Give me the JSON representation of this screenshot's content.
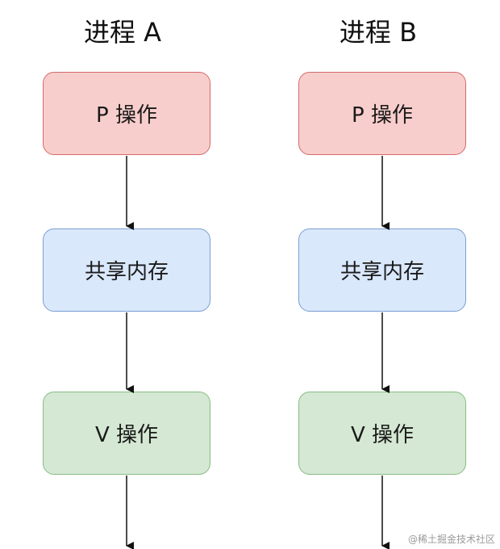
{
  "processes": [
    {
      "title": "进程 A",
      "steps": [
        "P 操作",
        "共享内存",
        "V 操作"
      ]
    },
    {
      "title": "进程 B",
      "steps": [
        "P 操作",
        "共享内存",
        "V 操作"
      ]
    }
  ],
  "step_colors": [
    {
      "fill": "#f8cecc",
      "stroke": "#d46b6b"
    },
    {
      "fill": "#dae8fc",
      "stroke": "#7a9fd0"
    },
    {
      "fill": "#d5e8d4",
      "stroke": "#86bd82"
    }
  ],
  "watermark": "@稀土掘金技术社区"
}
